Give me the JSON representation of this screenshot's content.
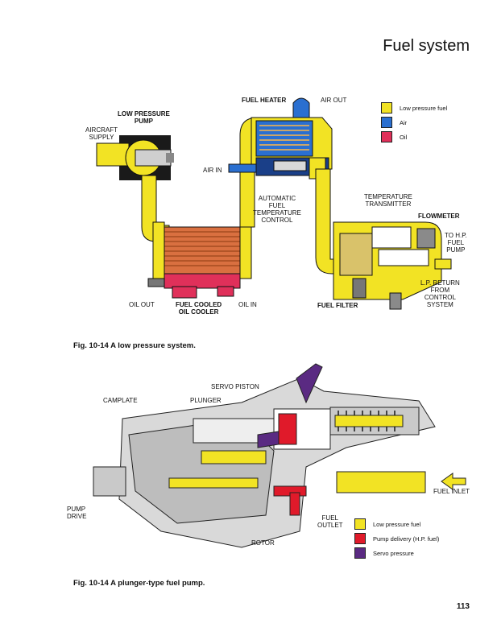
{
  "page": {
    "header": "Fuel system",
    "page_number": "113"
  },
  "figure1": {
    "caption": "Fig. 10-14 A low pressure system.",
    "labels": {
      "low_pressure_pump": "LOW PRESSURE\nPUMP",
      "aircraft_supply": "AIRCRAFT\nSUPPLY",
      "fuel_heater": "FUEL HEATER",
      "air_out": "AIR OUT",
      "air_in": "AIR IN",
      "automatic_control": "AUTOMATIC\nFUEL\nTEMPERATURE\nCONTROL",
      "temperature_transmitter": "TEMPERATURE\nTRANSMITTER",
      "flowmeter": "FLOWMETER",
      "to_hp_pump": "TO H.P.\nFUEL\nPUMP",
      "lp_return": "L.P. RETURN\nFROM\nCONTROL\nSYSTEM",
      "oil_out": "OIL OUT",
      "fuel_cooled_oil_cooler": "FUEL COOLED\nOIL COOLER",
      "oil_in": "OIL IN",
      "fuel_filter": "FUEL FILTER"
    },
    "legend": [
      {
        "label": "Low pressure fuel",
        "color": "#f2e324"
      },
      {
        "label": "Air",
        "color": "#2a6fd0"
      },
      {
        "label": "Oil",
        "color": "#e0305a"
      }
    ]
  },
  "figure2": {
    "caption": "Fig. 10-14 A plunger-type fuel pump.",
    "labels": {
      "servo_piston": "SERVO PISTON",
      "camplate": "CAMPLATE",
      "plunger": "PLUNGER",
      "pump_drive": "PUMP\nDRIVE",
      "rotor": "ROTOR",
      "fuel_outlet": "FUEL\nOUTLET",
      "fuel_inlet": "FUEL INLET"
    },
    "legend": [
      {
        "label": "Low pressure fuel",
        "color": "#f2e324"
      },
      {
        "label": "Pump delivery (H.P. fuel)",
        "color": "#e01a2a"
      },
      {
        "label": "Servo pressure",
        "color": "#5a2a82"
      }
    ]
  }
}
